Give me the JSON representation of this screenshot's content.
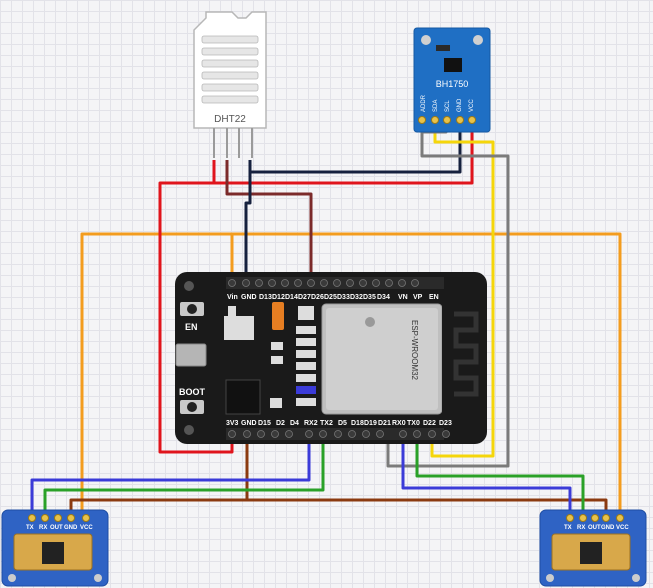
{
  "dht22": {
    "label": "DHT22"
  },
  "bh1750": {
    "label": "BH1750",
    "pins": [
      "ADDR",
      "SDA",
      "SCL",
      "GND",
      "VCC"
    ]
  },
  "esp32": {
    "en_label": "EN",
    "boot_label": "BOOT",
    "top_pins": [
      "Vin",
      "GND",
      "D13",
      "D12",
      "D14",
      "D27",
      "D26",
      "D25",
      "D33",
      "D32",
      "D35",
      "D34",
      "VN",
      "VP",
      "EN"
    ],
    "bottom_pins": [
      "3V3",
      "GND",
      "D15",
      "D2",
      "D4",
      "RX2",
      "TX2",
      "D5",
      "D18",
      "D19",
      "D21",
      "RX0",
      "TX0",
      "D22",
      "D23"
    ],
    "module_text": "ESP-WROOM32"
  },
  "gps_left": {
    "pins": [
      "TX",
      "RX",
      "OUT",
      "GND",
      "VCC"
    ]
  },
  "gps_right": {
    "pins": [
      "TX",
      "RX",
      "OUT",
      "GND",
      "VCC"
    ]
  },
  "colors": {
    "red": "#e0141c",
    "maroon": "#7b2a2a",
    "navy": "#16213e",
    "orange": "#f39c1e",
    "yellow": "#f5d60a",
    "gray": "#7b7b7b",
    "blue": "#3b3bd8",
    "green": "#2aa128",
    "brown": "#8b3a10",
    "board": "#1a1a1a",
    "bh_board": "#1f6fc4",
    "gps_board": "#2f63c4"
  }
}
